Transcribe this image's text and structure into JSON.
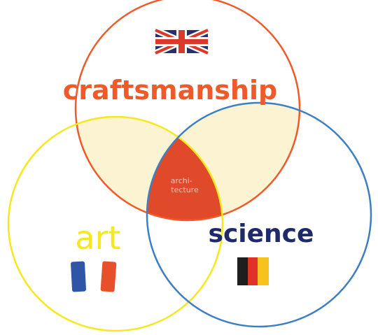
{
  "diagram": {
    "sets": [
      {
        "id": "craftsmanship",
        "label": "craftsmanship",
        "color": "#ef5a2a",
        "flag_icon": "uk-flag-icon"
      },
      {
        "id": "art",
        "label": "art",
        "color": "#f7e71d",
        "flag_icon": "france-flag-icon"
      },
      {
        "id": "science",
        "label": "science",
        "color": "#3d7fc3",
        "flag_icon": "germany-flag-icon"
      }
    ],
    "center_label": "archi-\ntecture",
    "colors": {
      "center_fill": "#e04a2a",
      "overlap_fill": "#fbf3d2",
      "science_text": "#1f2a6b"
    }
  }
}
